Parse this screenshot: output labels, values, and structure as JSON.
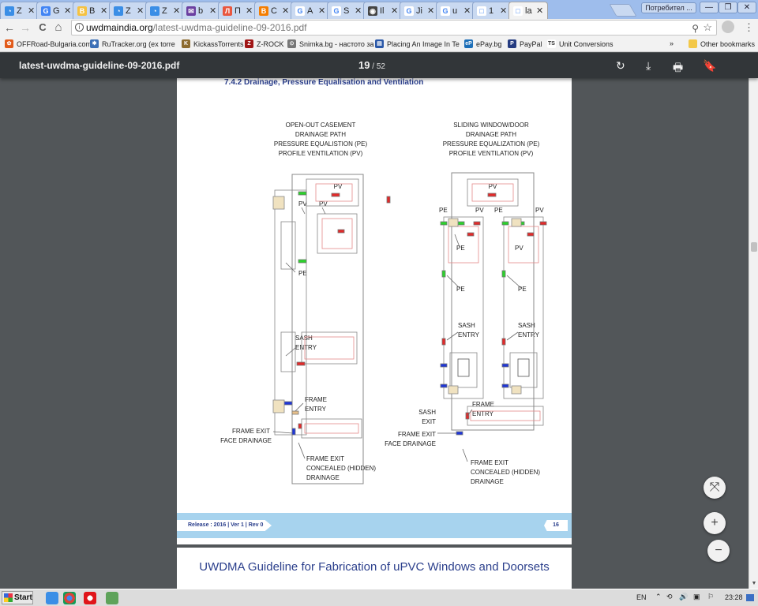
{
  "tabs": [
    {
      "label": "Z",
      "color": "#3a8ee6",
      "glyph": "◔"
    },
    {
      "label": "G",
      "color": "#4285f4",
      "glyph": "G"
    },
    {
      "label": "B",
      "color": "#f5c242",
      "glyph": "B"
    },
    {
      "label": "Z",
      "color": "#3a8ee6",
      "glyph": "◔"
    },
    {
      "label": "Z",
      "color": "#3a8ee6",
      "glyph": "◔"
    },
    {
      "label": "b",
      "color": "#6b3fa0",
      "glyph": "✉"
    },
    {
      "label": "П",
      "color": "#e9573f",
      "glyph": "Л"
    },
    {
      "label": "С",
      "color": "#f57d00",
      "glyph": "B"
    },
    {
      "label": "А",
      "color": "#ffffff",
      "glyph": "G"
    },
    {
      "label": "S",
      "color": "#ffffff",
      "glyph": "G"
    },
    {
      "label": "Il",
      "color": "#444444",
      "glyph": "◉"
    },
    {
      "label": "Ji",
      "color": "#ffffff",
      "glyph": "G"
    },
    {
      "label": "u",
      "color": "#ffffff",
      "glyph": "G"
    },
    {
      "label": "1",
      "color": "#ffffff",
      "glyph": "□"
    },
    {
      "label": "la",
      "color": "#ffffff",
      "glyph": "□",
      "active": true
    }
  ],
  "window": {
    "profile": "Потребител ...",
    "minimize": "—",
    "restore": "❐",
    "close": "✕"
  },
  "toolbar": {
    "back": "←",
    "forward": "→",
    "reload": "C",
    "home": "⌂",
    "url_host": "uwdmaindia.org",
    "url_path": "/latest-uwdma-guideline-09-2016.pdf",
    "info": "i",
    "zoom": "⚲",
    "star": "☆",
    "menu": "⋮"
  },
  "bookmarks": [
    {
      "label": "OFFRoad-Bulgaria.com",
      "color": "#e25b1b",
      "glyph": "✿"
    },
    {
      "label": "RuTracker.org (ex torre",
      "color": "#3b6fb6",
      "glyph": "✱"
    },
    {
      "label": "KickassTorrents",
      "color": "#8d6b2f",
      "glyph": "K"
    },
    {
      "label": "Z-ROCK",
      "color": "#a01515",
      "glyph": "Z"
    },
    {
      "label": "Snimka.bg - настото за",
      "color": "#777777",
      "glyph": "⊙"
    },
    {
      "label": "Placing An Image In Te",
      "color": "#2a58a8",
      "glyph": "▤"
    },
    {
      "label": "ePay.bg",
      "color": "#1d6fb8",
      "glyph": "eP"
    },
    {
      "label": "PayPal",
      "color": "#253b80",
      "glyph": "P"
    },
    {
      "label": "Unit Conversions",
      "color": "#ffffff",
      "glyph": "TS"
    }
  ],
  "bookmarks_more": "»",
  "other_bookmarks": "Other bookmarks",
  "pdf": {
    "title": "latest-uwdma-guideline-09-2016.pdf",
    "page": "19",
    "sep": " / ",
    "total": "52",
    "rotate": "↻",
    "download": "⤓",
    "print": "🖶",
    "bookmark": "🔖",
    "section": "7.4.2  Drainage, Pressure Equalisation and Ventilation",
    "footer_release": "Release : 2016  |  Ver 1  |  Rev 0",
    "footer_page": "16",
    "next_title": "UWDMA Guideline for Fabrication of uPVC Windows and Doorsets"
  },
  "diagram": {
    "left_title": [
      "OPEN-OUT CASEMENT",
      "DRAINAGE PATH",
      "PRESSURE EQUALISTION (PE)",
      "PROFILE VENTILATION (PV)"
    ],
    "right_title": [
      "SLIDING WINDOW/DOOR",
      "DRAINAGE PATH",
      "PRESSURE EQUALIZATION (PE)",
      "PROFILE VENTILATION (PV)"
    ],
    "labels": {
      "pv": "PV",
      "pe": "PE",
      "sash_entry": [
        "SASH",
        "ENTRY"
      ],
      "sash_exit": [
        "SASH",
        "EXIT"
      ],
      "frame_entry": [
        "FRAME",
        "ENTRY"
      ],
      "frame_exit_face": [
        "FRAME EXIT",
        "FACE DRAINAGE"
      ],
      "frame_exit_concealed": [
        "FRAME EXIT",
        "CONCEALED (HIDDEN)",
        "DRAINAGE"
      ]
    }
  },
  "fab": {
    "fit": "⤧",
    "plus": "+",
    "minus": "−"
  },
  "taskbar": {
    "start": "Start",
    "lang": "EN",
    "time": "23:28"
  }
}
